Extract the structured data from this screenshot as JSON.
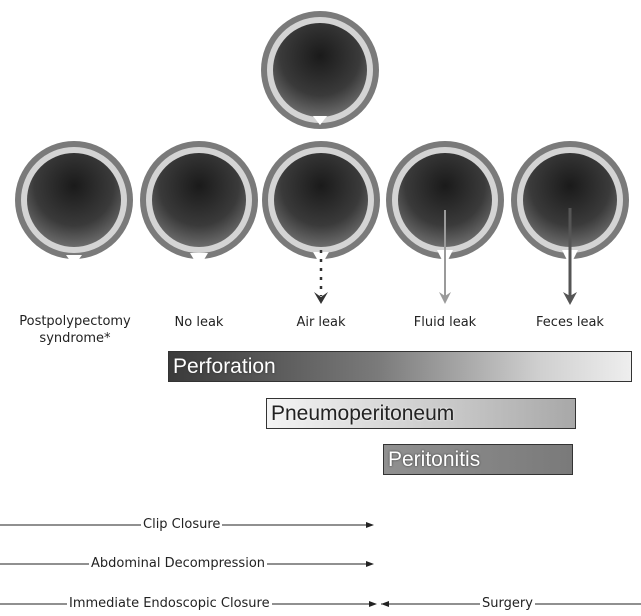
{
  "colors": {
    "ring_outer": "#7d7d7d",
    "ring_inner": "#d2d2d2",
    "lumen_dark": "#1a1a1a",
    "lumen_light": "#777777"
  },
  "columns": [
    {
      "label": "Postpolypectomy syndrome*",
      "line1": "Postpolypectomy",
      "line2": "syndrome*",
      "leak": "none"
    },
    {
      "label": "No leak",
      "leak": "none"
    },
    {
      "label": "Air leak",
      "leak": "dotted"
    },
    {
      "label": "Fluid leak",
      "leak": "thin"
    },
    {
      "label": "Feces leak",
      "leak": "dark"
    }
  ],
  "bars": {
    "perforation": "Perforation",
    "pneumoperitoneum": "Pneumoperitoneum",
    "peritonitis": "Peritonitis"
  },
  "timelines": {
    "clip_closure": "Clip Closure",
    "abdominal_decompression": "Abdominal Decompression",
    "immediate_endoscopic_closure": "Immediate Endoscopic Closure",
    "surgery": "Surgery"
  }
}
